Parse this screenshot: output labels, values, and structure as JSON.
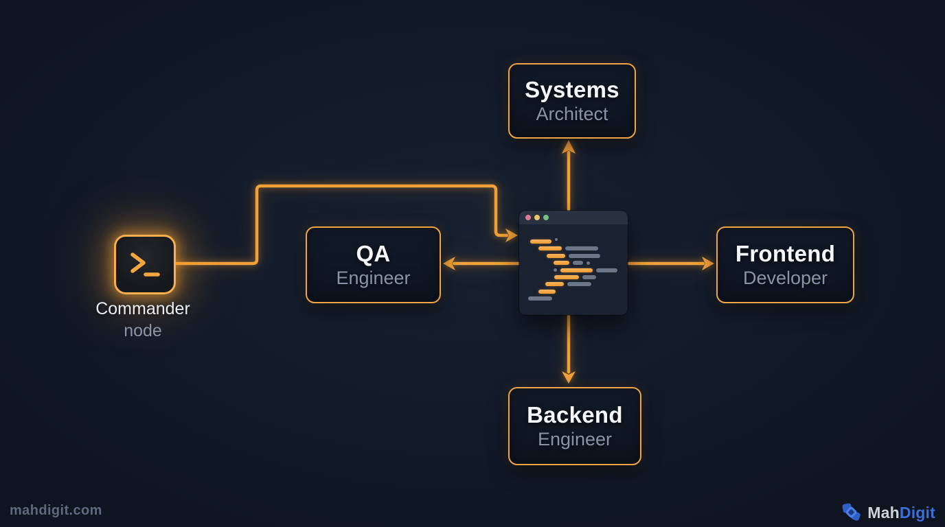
{
  "diagram": {
    "nodes": {
      "commander": {
        "label": "Commander",
        "sublabel": "node",
        "icon": "terminal-prompt-icon"
      },
      "systems_architect": {
        "title": "Systems",
        "subtitle": "Architect"
      },
      "qa_engineer": {
        "title": "QA",
        "subtitle": "Engineer"
      },
      "frontend_developer": {
        "title": "Frontend",
        "subtitle": "Developer"
      },
      "backend_engineer": {
        "title": "Backend",
        "subtitle": "Engineer"
      }
    },
    "connections": [
      {
        "from": "commander",
        "to": "terminal_window",
        "arrow": "right"
      },
      {
        "from": "terminal_window",
        "to": "systems_architect",
        "arrow": "up"
      },
      {
        "from": "terminal_window",
        "to": "qa_engineer",
        "arrow": "left"
      },
      {
        "from": "terminal_window",
        "to": "frontend_developer",
        "arrow": "right"
      },
      {
        "from": "terminal_window",
        "to": "backend_engineer",
        "arrow": "down"
      }
    ]
  },
  "terminal_window": {
    "traffic_lights": [
      "#dd7b92",
      "#e9c468",
      "#73bf81"
    ],
    "code_lines": [
      {
        "indent": 16,
        "segments": [
          {
            "type": "orange",
            "w": 31
          },
          {
            "type": "tick"
          }
        ]
      },
      {
        "indent": 28,
        "segments": [
          {
            "type": "orange",
            "w": 34
          },
          {
            "type": "gray",
            "w": 48
          }
        ]
      },
      {
        "indent": 40,
        "segments": [
          {
            "type": "orange",
            "w": 27
          },
          {
            "type": "gray",
            "w": 46
          }
        ]
      },
      {
        "indent": 50,
        "segments": [
          {
            "type": "orange",
            "w": 23
          },
          {
            "type": "gray",
            "w": 15
          },
          {
            "type": "dot"
          }
        ]
      },
      {
        "indent": 50,
        "segments": [
          {
            "type": "dot"
          },
          {
            "type": "orange",
            "w": 47
          },
          {
            "type": "gray",
            "w": 31
          }
        ]
      },
      {
        "indent": 51,
        "segments": [
          {
            "type": "orange",
            "w": 36
          },
          {
            "type": "gray",
            "w": 20
          }
        ]
      },
      {
        "indent": 38,
        "segments": [
          {
            "type": "orange",
            "w": 27
          },
          {
            "type": "gray",
            "w": 35
          }
        ]
      },
      {
        "indent": 28,
        "segments": [
          {
            "type": "orange",
            "w": 25
          }
        ]
      },
      {
        "indent": 13,
        "segments": [
          {
            "type": "gray",
            "w": 35
          }
        ]
      }
    ]
  },
  "footer": {
    "watermark": "mahdigit.com",
    "brand": {
      "first": "Mah",
      "second": "Digit",
      "icon": "mahdigit-logo-icon"
    }
  },
  "colors": {
    "background": "#121a28",
    "accent_orange": "#f2a03a",
    "box_border": "#f0a444",
    "title_text": "#f5f7fa",
    "subtitle_text": "#8b94a6",
    "brand_blue": "#3d6ed8"
  }
}
